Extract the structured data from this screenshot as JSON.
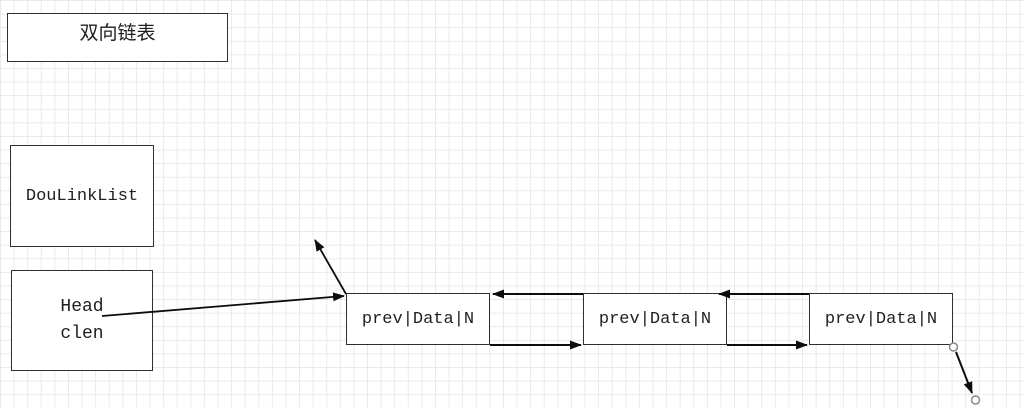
{
  "diagram": {
    "title_box": {
      "label": "双向链表"
    },
    "class_box": {
      "label": "DouLinkList"
    },
    "head_box": {
      "lines": [
        "Head",
        "clen"
      ]
    },
    "nodes": [
      {
        "label": "prev|Data|N"
      },
      {
        "label": "prev|Data|N"
      },
      {
        "label": "prev|Data|N"
      }
    ]
  },
  "colors": {
    "box_border": "#2f2f2f",
    "arrow": "#0d0d0d",
    "grid_line": "#e9e9e9",
    "text": "#1f1f1f",
    "endpoint_stroke": "#8a8a8a",
    "background": "#ffffff"
  }
}
